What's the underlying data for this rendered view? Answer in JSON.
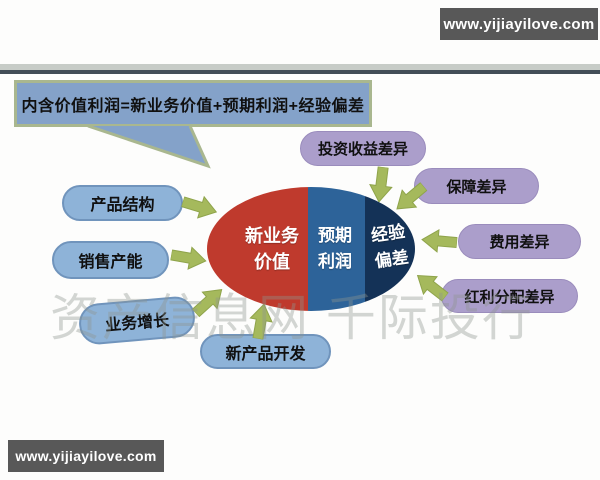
{
  "branding": {
    "top_right_watermark": "www.yijiayilove.com",
    "bottom_left_watermark": "www.yijiayilove.com",
    "center_watermark": "资产信息网 千际投行"
  },
  "formula_callout": {
    "text": "内含价值利润=新业务价值+预期利润+经验偏差"
  },
  "ellipse": {
    "segments": [
      {
        "line1": "新业务",
        "line2": "价值",
        "color": "#bf3a2d"
      },
      {
        "line1": "预期",
        "line2": "利润",
        "color": "#2d6399"
      },
      {
        "line1": "经验",
        "line2": "偏差",
        "color": "#143257"
      }
    ]
  },
  "left_factors": [
    {
      "label": "产品结构"
    },
    {
      "label": "销售产能"
    },
    {
      "label": "业务增长"
    },
    {
      "label": "新产品开发"
    }
  ],
  "right_factors": [
    {
      "label": "投资收益差异"
    },
    {
      "label": "保障差异"
    },
    {
      "label": "费用差异"
    },
    {
      "label": "红利分配差异"
    }
  ],
  "palette": {
    "red_segment": "#bf3a2d",
    "mid_segment": "#2d6399",
    "dark_segment": "#143257",
    "blue_pill": "#8eb3d8",
    "purple_pill": "#ab9ecb",
    "arrow_green": "#a5b95c",
    "callout_fill": "#84a2c9",
    "callout_border": "#a9b78f",
    "site_bar_gray": "#585858"
  }
}
